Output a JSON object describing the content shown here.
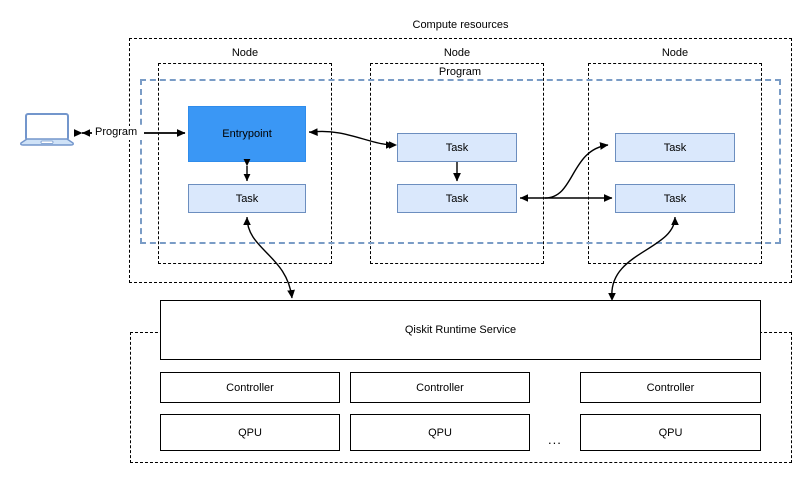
{
  "diagram": {
    "title": "Compute resources",
    "client": {
      "icon": "laptop-icon",
      "link_label": "Program"
    },
    "program_group": {
      "label": "Program"
    },
    "nodes": [
      {
        "label": "Node",
        "boxes": [
          {
            "label": "Entrypoint",
            "kind": "entrypoint"
          },
          {
            "label": "Task",
            "kind": "task"
          }
        ]
      },
      {
        "label": "Node",
        "boxes": [
          {
            "label": "Task",
            "kind": "task"
          },
          {
            "label": "Task",
            "kind": "task"
          }
        ]
      },
      {
        "label": "Node",
        "boxes": [
          {
            "label": "Task",
            "kind": "task"
          },
          {
            "label": "Task",
            "kind": "task"
          }
        ]
      }
    ],
    "service": {
      "label": "Qiskit Runtime Service"
    },
    "controllers": [
      {
        "label": "Controller"
      },
      {
        "label": "Controller"
      },
      {
        "label": "Controller"
      }
    ],
    "qpus": [
      {
        "label": "QPU"
      },
      {
        "label": "QPU"
      },
      {
        "label": "QPU"
      }
    ],
    "ellipsis": "...",
    "colors": {
      "entrypoint_fill": "#3a97f5",
      "task_fill": "#dae8fc",
      "task_border": "#6c8ebf",
      "program_dash": "#7a9cc6",
      "outline": "#000000",
      "laptop_fill": "#cfe2f7",
      "laptop_border": "#7396cc"
    }
  }
}
